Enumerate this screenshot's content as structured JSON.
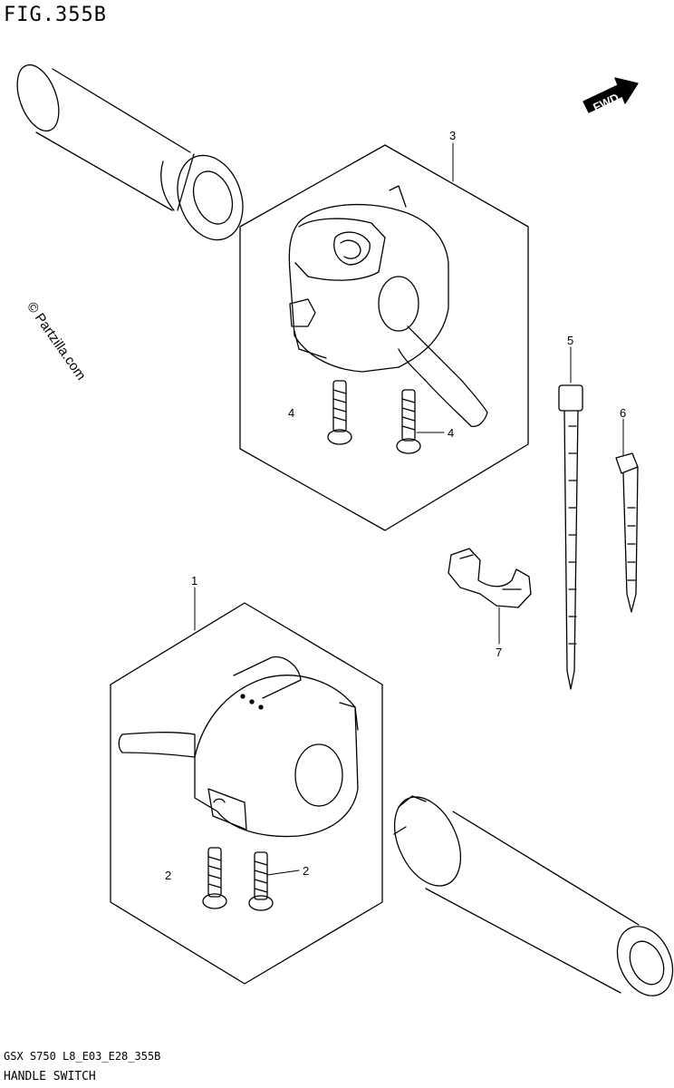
{
  "header": {
    "fig_title": "FIG.355B"
  },
  "footer": {
    "model_code": "GSX S750 L8_E03_E28_355B",
    "section_name": "HANDLE SWITCH"
  },
  "watermark": {
    "text": "© Partzilla.com"
  },
  "fwd_indicator": {
    "label": "FWD"
  },
  "callouts": {
    "c1": "1",
    "c2a": "2",
    "c2b": "2",
    "c3": "3",
    "c4a": "4",
    "c4b": "4",
    "c5": "5",
    "c6": "6",
    "c7": "7"
  },
  "colors": {
    "line": "#000000",
    "background": "#ffffff"
  }
}
